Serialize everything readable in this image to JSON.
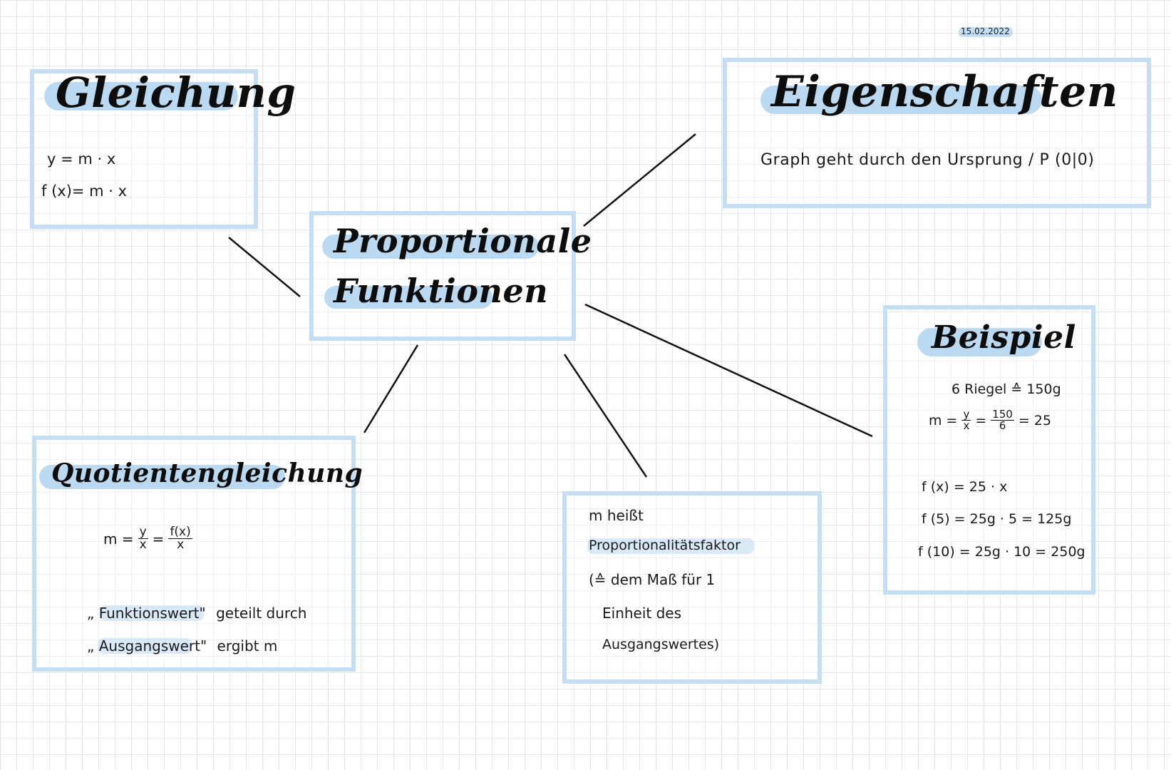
{
  "date": "15.02.2022",
  "center": {
    "line1": "Proportionale",
    "line2": "Funktionen"
  },
  "gleichung": {
    "title": "Gleichung",
    "eq1": "y = m · x",
    "eq2": "f (x)= m · x"
  },
  "eigenschaften": {
    "title": "Eigenschaften",
    "text": "Graph geht durch den Ursprung / P (0|0)"
  },
  "beispiel": {
    "title": "Beispiel",
    "line1": "6 Riegel ≙ 150g",
    "m_label": "m =",
    "frac1_num": "y",
    "frac1_den": "x",
    "frac2_num": "150",
    "frac2_den": "6",
    "m_result": "= 25",
    "f1": "f (x) = 25 · x",
    "f2": "f (5) = 25g · 5 = 125g",
    "f3": "f (10) = 25g · 10 = 250g"
  },
  "quotient": {
    "title": "Quotientengleichung",
    "m_label": "m =",
    "frac1_num": "y",
    "frac1_den": "x",
    "frac2_num": "f(x)",
    "frac2_den": "x",
    "line1_a": "„ Funktionswert\"",
    "line1_b": "geteilt durch",
    "line2_a": "„ Ausgangswert\"",
    "line2_b": "ergibt m"
  },
  "faktor": {
    "line1": "m heißt",
    "line2": "Proportionalitätsfaktor",
    "line3": "(≙ dem Maß für 1",
    "line4": "Einheit des",
    "line5": "Ausgangswertes)"
  },
  "colors": {
    "highlight": "#bcd9f2",
    "border": "#c5def4",
    "grid": "#e4e7ea"
  }
}
